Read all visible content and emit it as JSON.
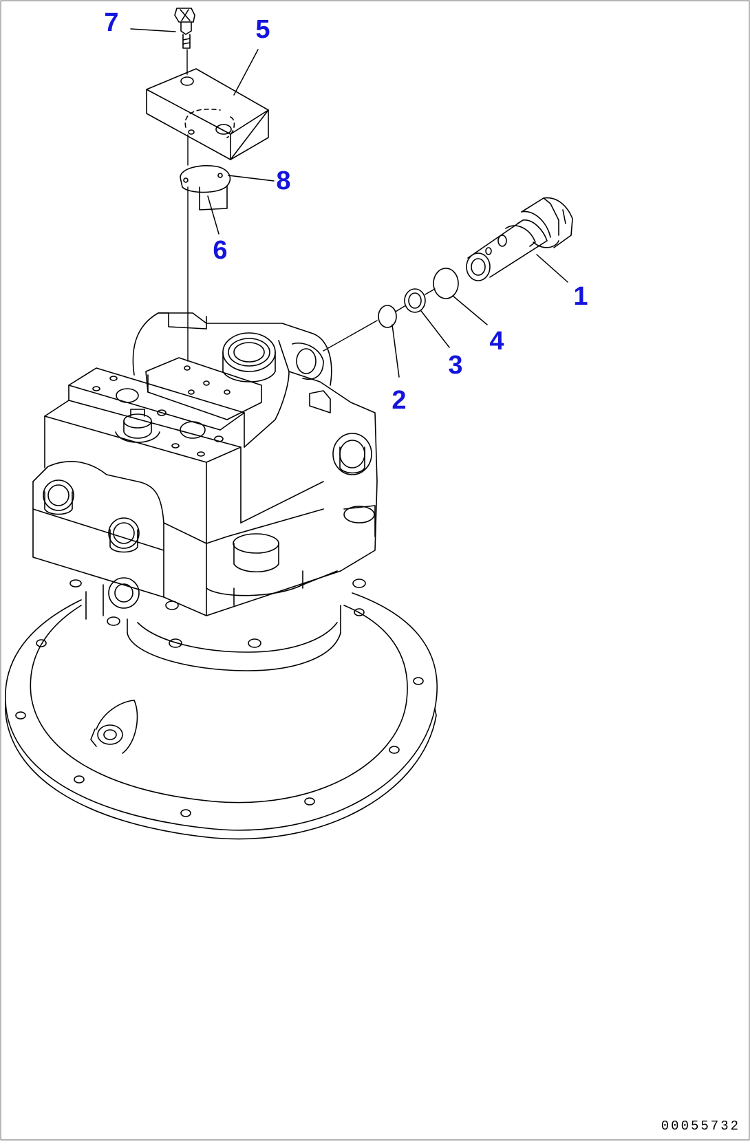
{
  "diagram": {
    "callout_color": "#1414dc",
    "line_color": "#000000",
    "callouts": [
      {
        "id": "c1",
        "label": "1"
      },
      {
        "id": "c2",
        "label": "2"
      },
      {
        "id": "c3",
        "label": "3"
      },
      {
        "id": "c4",
        "label": "4"
      },
      {
        "id": "c5",
        "label": "5"
      },
      {
        "id": "c6",
        "label": "6"
      },
      {
        "id": "c7",
        "label": "7"
      },
      {
        "id": "c8",
        "label": "8"
      }
    ],
    "drawing_number": "00055732"
  }
}
